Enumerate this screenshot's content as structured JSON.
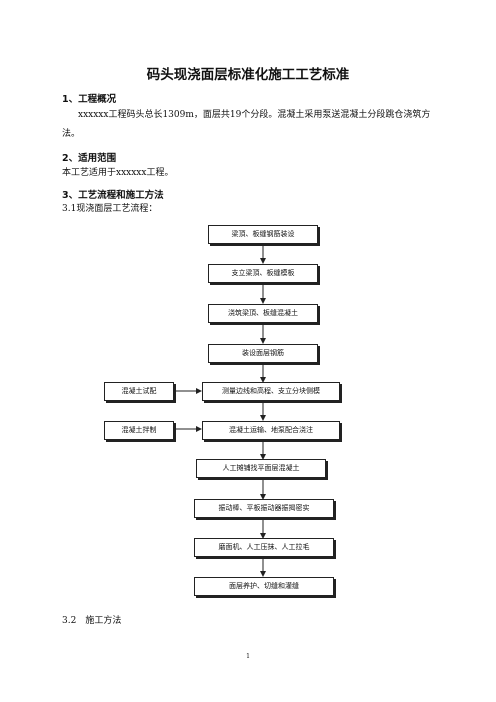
{
  "doc": {
    "title": "码头现浇面层标准化施工工艺标准",
    "sections": [
      {
        "heading": "1、工程概况",
        "body": "xxxxxx工程码头总长1309m，面层共19个分段。混凝土采用泵送混凝土分段跳仓浇筑方法。"
      },
      {
        "heading": "2、适用范围",
        "body": "本工艺适用于xxxxxx工程。"
      },
      {
        "heading": "3、工艺流程和施工方法",
        "body": "3.1现浇面层工艺流程："
      }
    ],
    "flow": {
      "main": [
        "梁頂、板缝钢筋装设",
        "支立梁頂、板缝模板",
        "浇筑梁頂、板缝混凝土",
        "装设面层钢筋",
        "测量边线和高程、支立分块侧模",
        "混凝土运输、地泵配合浇注",
        "人工摊铺找平面层混凝土",
        "振动棒、平板振动器振揭密实",
        "磨面机、人工压抹、人工拉毛",
        "面层养护、切缝和灌缝"
      ],
      "side": [
        "混凝土试配",
        "混凝土拌制"
      ]
    },
    "subsection": "3.2　施工方法",
    "page_number": "1"
  }
}
